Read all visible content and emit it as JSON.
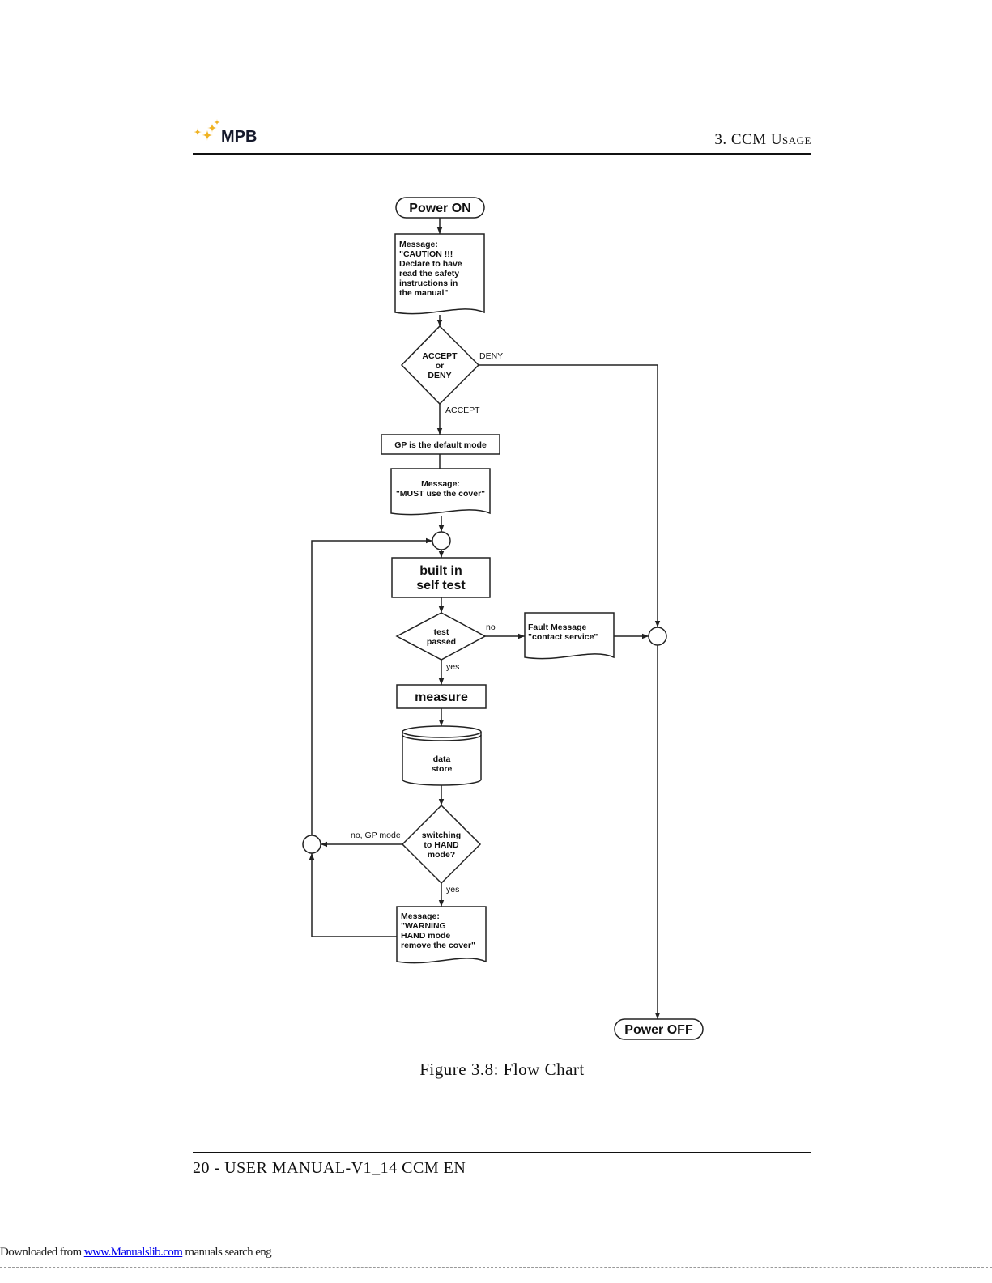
{
  "header": {
    "logo_text": "MPB",
    "section": "3. CCM Usage"
  },
  "flowchart": {
    "power_on": "Power ON",
    "caution_message": [
      "Message:",
      "\"CAUTION !!!",
      "Declare to have",
      "read the safety",
      "instructions in",
      "the manual\""
    ],
    "accept_decision": [
      "ACCEPT",
      "or",
      "DENY"
    ],
    "deny_label": "DENY",
    "accept_label": "ACCEPT",
    "default_mode": "GP is the default mode",
    "cover_message": [
      "Message:",
      "\"MUST use the cover\""
    ],
    "self_test": [
      "built in",
      "self test"
    ],
    "test_decision": [
      "test",
      "passed"
    ],
    "no_label": "no",
    "fault_message": [
      "Fault Message",
      "\"contact service\""
    ],
    "yes_label_test": "yes",
    "measure": "measure",
    "data_store": [
      "data",
      "store"
    ],
    "switch_decision": [
      "switching",
      "to HAND",
      "mode?"
    ],
    "no_gp_label": "no, GP mode",
    "yes_label_switch": "yes",
    "warning_message": [
      "Message:",
      "\"WARNING",
      "HAND mode",
      "remove the cover\""
    ],
    "power_off": "Power OFF"
  },
  "caption": "Figure 3.8: Flow Chart",
  "footer": {
    "page_label": "20 - USER MANUAL-V1_14 CCM EN"
  },
  "download_notice": {
    "prefix": "Downloaded from",
    "link": "www.Manualslib.com",
    "suffix": "manuals search eng"
  },
  "colors": {
    "logo_star": "#f0b323",
    "logo_text": "#15192b",
    "link": "#0000ee"
  }
}
